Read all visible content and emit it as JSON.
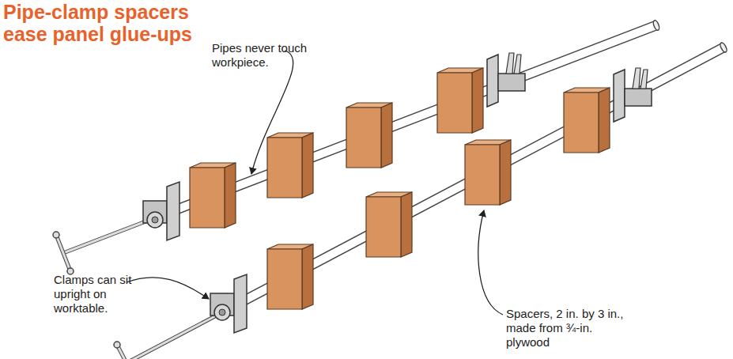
{
  "diagram": {
    "title": "Pipe-clamp spacers ease panel glue-ups",
    "labels": [
      "Pipes never touch workpiece.",
      "Clamps can sit upright on worktable.",
      "Spacers, 2 in. by 3 in., made from ¾-in. plywood"
    ]
  }
}
